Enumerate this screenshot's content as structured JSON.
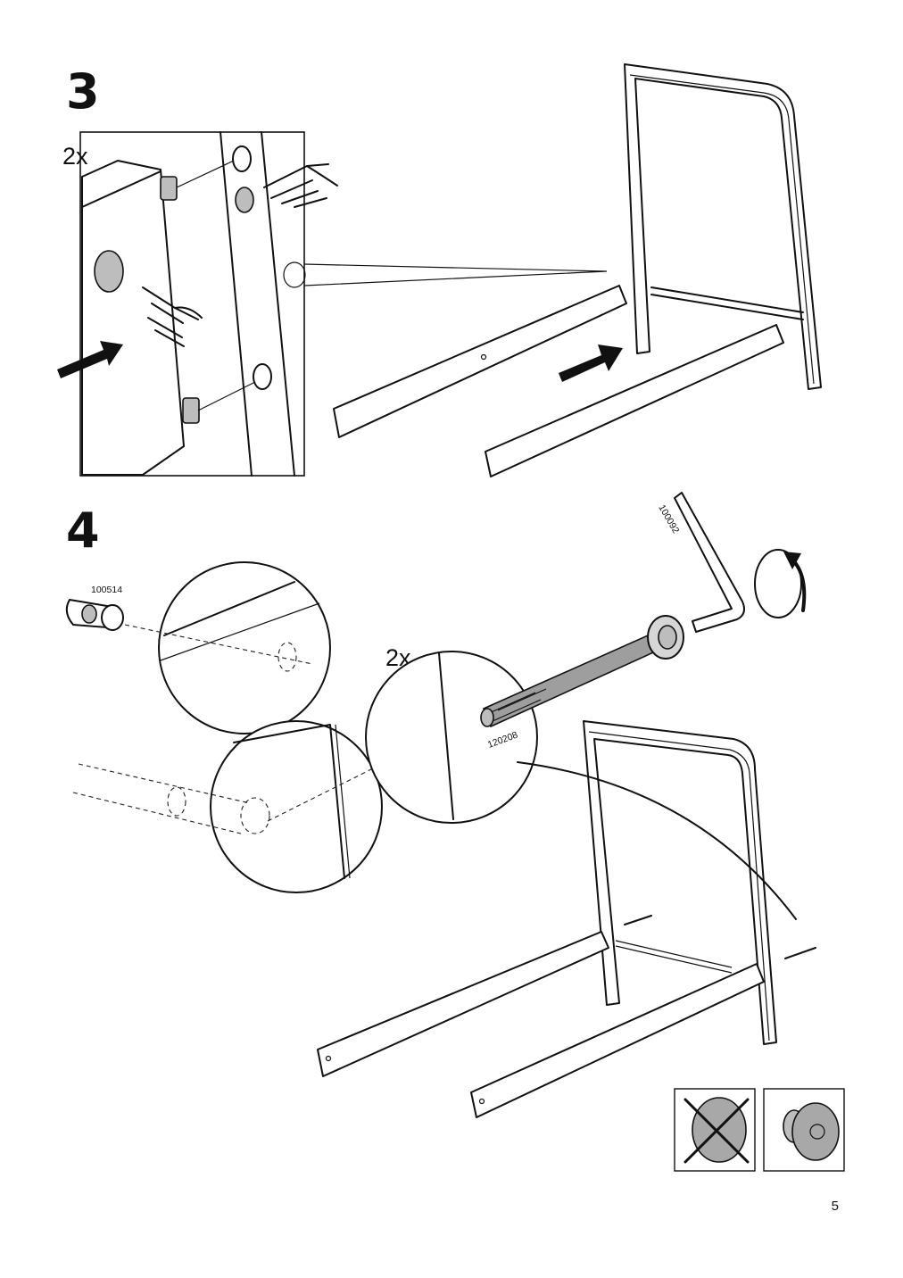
{
  "steps": [
    {
      "number": "3",
      "quantity": "2x"
    },
    {
      "number": "4",
      "quantity": "2x"
    }
  ],
  "parts": {
    "barrel_nut": "100514",
    "bolt": "120208",
    "allen_key": "100092"
  },
  "page_number": "5"
}
